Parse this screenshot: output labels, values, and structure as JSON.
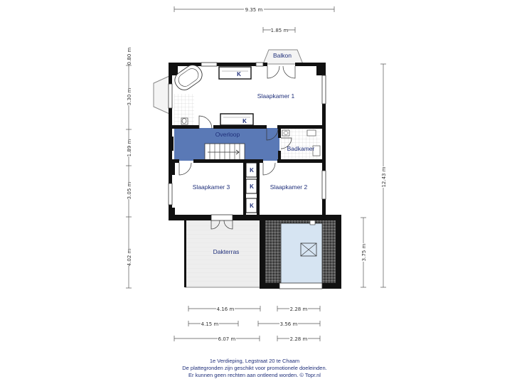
{
  "colors": {
    "wall": "#111111",
    "room_label": "#1f2f7a",
    "overloop_fill": "#5a79b6",
    "skylight_fill": "#d6e4f2",
    "terrace_fill": "#eeeeee"
  },
  "rooms": {
    "slaapkamer1": "Slaapkamer 1",
    "balkon": "Balkon",
    "overloop": "Overloop",
    "badkamer": "Badkamer",
    "slaapkamer3": "Slaapkamer 3",
    "slaapkamer2": "Slaapkamer 2",
    "dakterras": "Dakterras"
  },
  "closets": [
    "K",
    "K",
    "K",
    "K",
    "K"
  ],
  "dimensions": {
    "top_total": "9.35 m",
    "top_balkon": "1.85 m",
    "left": [
      "0.80 m",
      "3.30 m",
      "1.89 m",
      "3.05 m",
      "4.02 m"
    ],
    "right_total": "12.43 m",
    "right_skylight": "3.75 m",
    "bottom_row1": [
      "4.16 m",
      "2.28 m"
    ],
    "bottom_row2": [
      "4.15 m",
      "3.56 m"
    ],
    "bottom_row3": [
      "6.07 m",
      "2.28 m"
    ]
  },
  "footer": {
    "line1": "1e Verdieping, Legstraat 20 te Chaam",
    "line2": "De plattegronden zijn geschikt voor promotionele doeleinden.",
    "line3": "Er kunnen geen rechten aan ontleend worden. © Topr.nl"
  }
}
